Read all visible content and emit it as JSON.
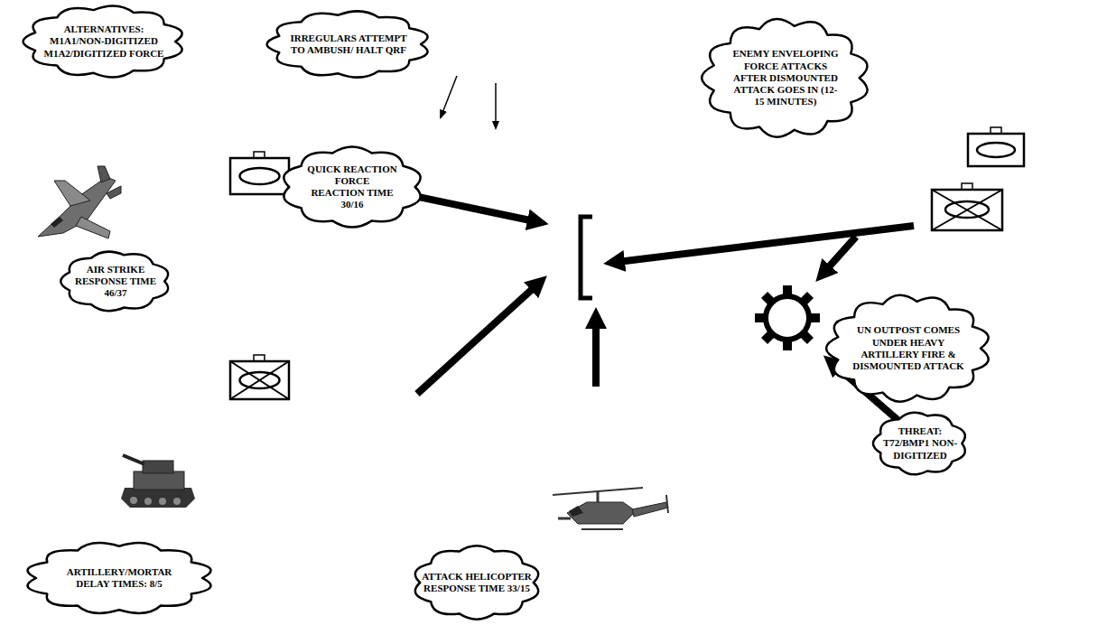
{
  "diagram": {
    "nodes": [
      {
        "text": [
          "ALTERNATIVES: M1A1/NON-DIGITIZED M1A2/DIGITIZED FORCE"
        ]
      },
      {
        "text": [
          "IRREGULARS ATTEMPT TO AMBUSH/ HALT QRF"
        ]
      },
      {
        "text": [
          "ENEMY ENVELOPING FORCE ATTACKS AFTER DISMOUNTED ATTACK GOES IN (12-15 MINUTES)"
        ]
      },
      {
        "text": [
          "QUICK REACTION FORCE REACTION TIME 30/16"
        ]
      },
      {
        "text": [
          "UN OUTPOST COMES UNDER HEAVY ARTILLERY FIRE & DISMOUNTED ATTACK"
        ]
      },
      {
        "text": [
          "AIR STRIKE RESPONSE TIME 46/37"
        ]
      },
      {
        "text": [
          "THREAT: T72/BMP1 NON-DIGITIZED"
        ]
      },
      {
        "text": [
          "ARTILLERY/MORTAR DELAY TIMES: 8/5"
        ]
      },
      {
        "text": [
          "ATTACK HELICOPTER RESPONSE TIME 33/15"
        ]
      }
    ]
  }
}
